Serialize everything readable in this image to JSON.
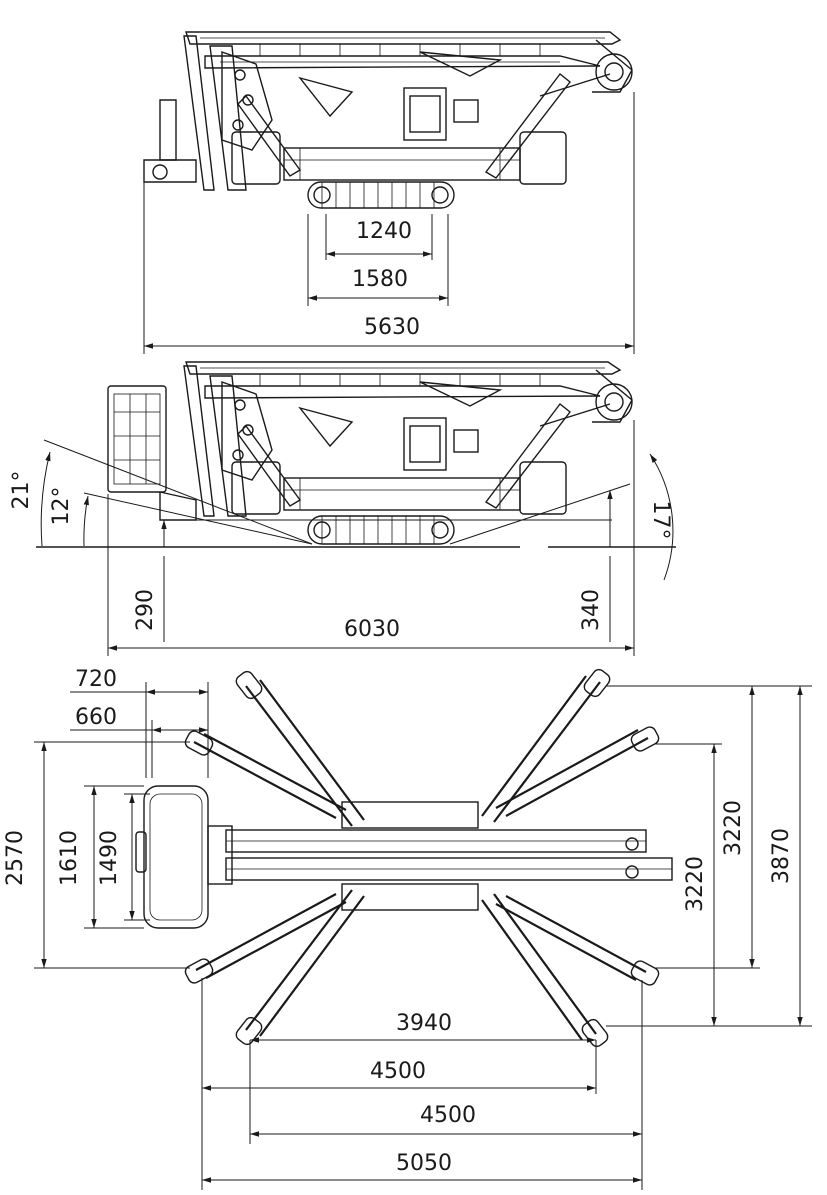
{
  "side_view_top": {
    "track_inner_length": "1240",
    "track_outer_length": "1580",
    "overall_transport_length": "5630"
  },
  "side_view_middle": {
    "angle_large_left": "21°",
    "angle_small_left": "12°",
    "angle_right": "17°",
    "height_left": "290",
    "height_right": "340",
    "overall_length_with_basket": "6030"
  },
  "top_view": {
    "basket_offset_outer": "720",
    "basket_offset_inner": "660",
    "stance_width_left": "2570",
    "basket_width_outer": "1610",
    "basket_width_inner": "1490",
    "stance_width_right_inner": "3220",
    "stance_width_right_mid": "3220",
    "stance_width_right_outer": "3870",
    "stance_length_3940": "3940",
    "stance_length_4500_a": "4500",
    "stance_length_4500_b": "4500",
    "stance_length_5050": "5050"
  }
}
